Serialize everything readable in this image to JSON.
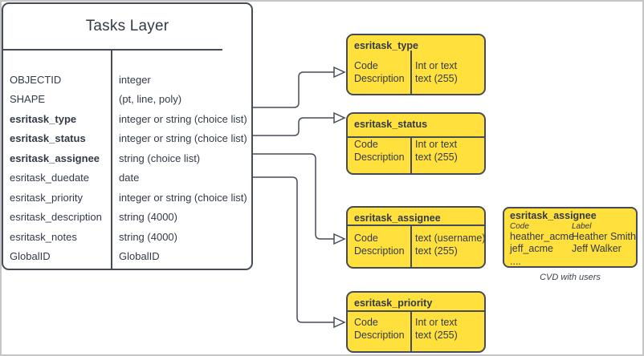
{
  "colors": {
    "box_fill": "#ffe03d",
    "stroke": "#454c58",
    "text": "#333a47",
    "frame": "#c5c5c5"
  },
  "tasks_layer": {
    "title": "Tasks Layer",
    "fields": [
      {
        "name": "OBJECTID",
        "type": "integer"
      },
      {
        "name": "SHAPE",
        "type": "(pt, line, poly)"
      },
      {
        "name": "esritask_type",
        "type": "integer or string (choice list)",
        "emphasis": true
      },
      {
        "name": "esritask_status",
        "type": "integer or string (choice list)",
        "emphasis": true
      },
      {
        "name": "esritask_assignee",
        "type": "string (choice list)",
        "emphasis": true
      },
      {
        "name": "esritask_duedate",
        "type": "date"
      },
      {
        "name": "esritask_priority",
        "type": "integer or string (choice list)"
      },
      {
        "name": "esritask_description",
        "type": "string (4000)"
      },
      {
        "name": "esritask_notes",
        "type": "string (4000)"
      },
      {
        "name": "GlobalID",
        "type": "GlobalID"
      }
    ]
  },
  "choice_lists": [
    {
      "title": "esritask_type",
      "left": [
        "Code",
        "Description"
      ],
      "right": [
        "Int or text",
        "text (255)"
      ]
    },
    {
      "title": "esritask_status",
      "left": [
        "Code",
        "Description"
      ],
      "right": [
        "Int or text",
        "text (255)"
      ]
    },
    {
      "title": "esritask_assignee",
      "left": [
        "Code",
        "Description"
      ],
      "right": [
        "text  (username)",
        "text (255)"
      ]
    },
    {
      "title": "esritask_priority",
      "left": [
        "Code",
        "Description"
      ],
      "right": [
        "Int or text",
        "text (255)"
      ]
    }
  ],
  "cvd_example": {
    "title": "esritask_assignee",
    "column_headers": [
      "Code",
      "Label"
    ],
    "rows": [
      {
        "code": "heather_acme",
        "label": "Heather Smith"
      },
      {
        "code": "jeff_acme",
        "label": "Jeff Walker"
      }
    ],
    "more": "....",
    "caption": "CVD with users"
  }
}
